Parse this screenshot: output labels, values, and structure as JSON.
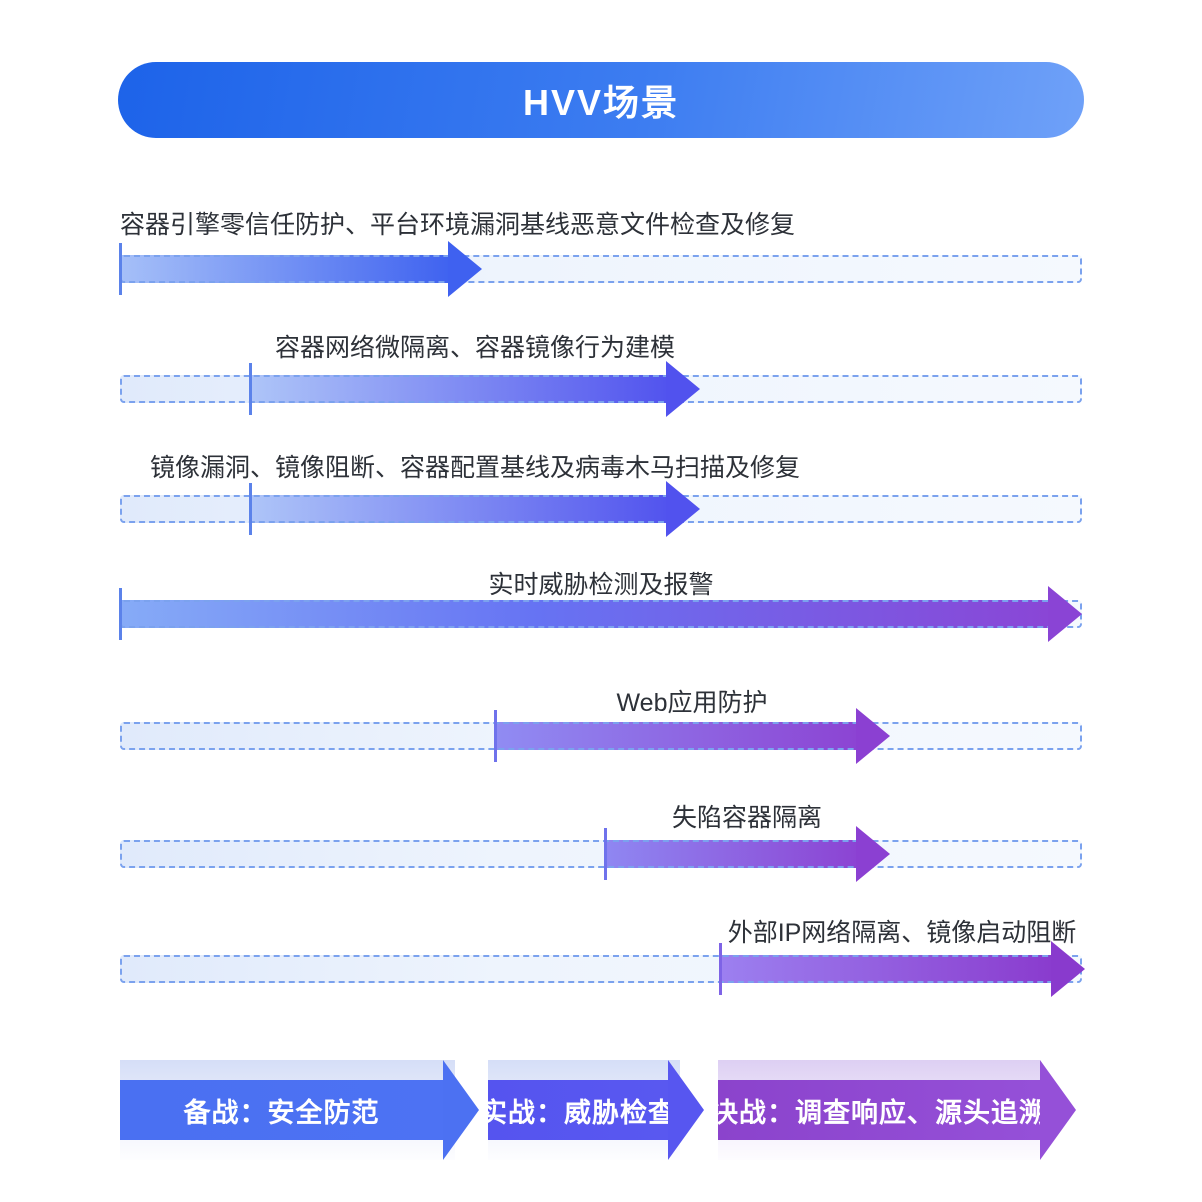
{
  "header": {
    "title": "HVV场景"
  },
  "rows": [
    {
      "label": "容器引擎零信任防护、平台环境漏洞基线恶意文件检查及修复"
    },
    {
      "label": "容器网络微隔离、容器镜像行为建模"
    },
    {
      "label": "镜像漏洞、镜像阻断、容器配置基线及病毒木马扫描及修复"
    },
    {
      "label": "实时威胁检测及报警"
    },
    {
      "label": "Web应用防护"
    },
    {
      "label": "失陷容器隔离"
    },
    {
      "label": "外部IP网络隔离、镜像启动阻断"
    }
  ],
  "phases": [
    {
      "label": "备战：安全防范"
    },
    {
      "label": "实战：威胁检查"
    },
    {
      "label": "决战：调查响应、源头追溯"
    }
  ],
  "colors": {
    "header_blue_start": "#1d63e9",
    "header_blue_end": "#6fa1f8",
    "arrow_blue": "#4063f0",
    "arrow_violet": "#5254ee",
    "arrow_purple": "#8c44d3",
    "track_dash": "#7ba2ee",
    "phase_prepare": "#4a70f2",
    "phase_combat": "#5554ef",
    "phase_final": "#8b43cc"
  }
}
